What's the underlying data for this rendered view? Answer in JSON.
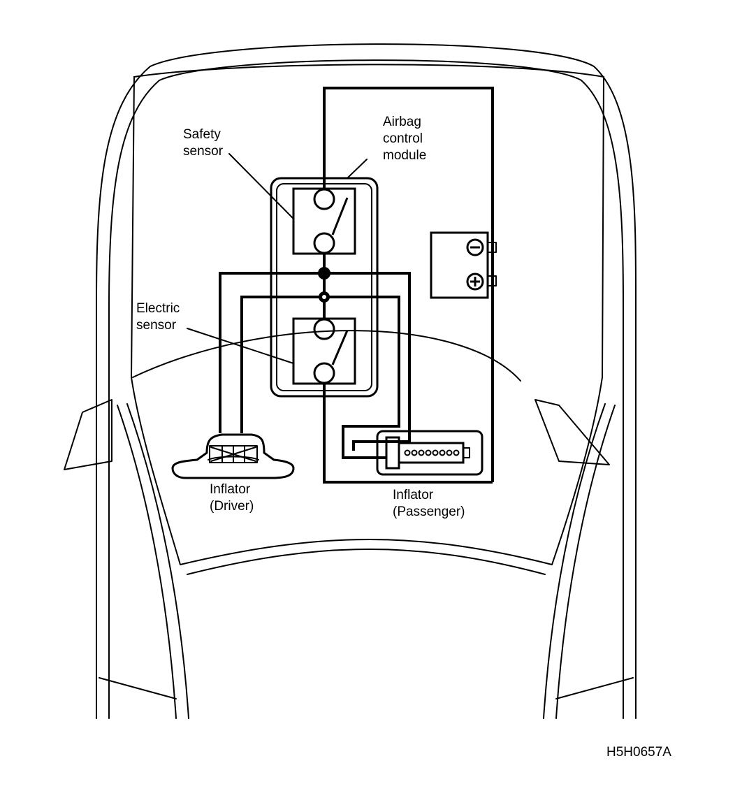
{
  "labels": {
    "safety_sensor": [
      "Safety",
      "sensor"
    ],
    "airbag_module": [
      "Airbag",
      "control",
      "module"
    ],
    "electric_sensor": [
      "Electric",
      "sensor"
    ],
    "inflator_driver": [
      "Inflator",
      "(Driver)"
    ],
    "inflator_passenger": [
      "Inflator",
      "(Passenger)"
    ]
  },
  "figure_code": "H5H0657A",
  "battery": {
    "negative_symbol": "−",
    "positive_symbol": "+"
  }
}
